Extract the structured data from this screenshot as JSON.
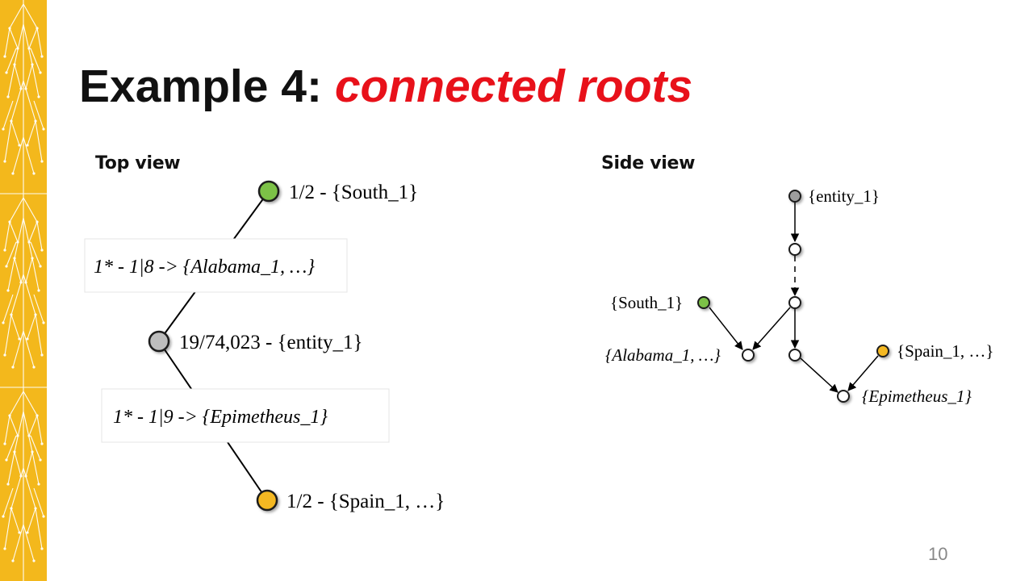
{
  "slide": {
    "title_prefix": "Example 4: ",
    "title_emphasis": "connected roots",
    "page_number": "10"
  },
  "colors": {
    "accent_bar": "#f3b81c",
    "title_emphasis": "#e8111a",
    "node_green": "#7cc146",
    "node_gray": "#bdbdbd",
    "node_orange": "#f4b821",
    "node_empty": "#ffffff"
  },
  "top_view": {
    "label": "Top view",
    "nodes": [
      {
        "id": "south",
        "color": "green",
        "text": "1/2 - {South_1}"
      },
      {
        "id": "entity",
        "color": "gray",
        "text": "19/74,023 - {entity_1}"
      },
      {
        "id": "spain",
        "color": "orange",
        "text": "1/2 - {Spain_1, …}"
      }
    ],
    "edge_labels": [
      {
        "id": "alabama",
        "text": "1* - 1|8 -> {Alabama_1, …}"
      },
      {
        "id": "epimetheus",
        "text": "1* - 1|9 -> {Epimetheus_1}"
      }
    ]
  },
  "side_view": {
    "label": "Side view",
    "labels": {
      "entity": "{entity_1}",
      "south": "{South_1}",
      "alabama": "{Alabama_1, …}",
      "spain": "{Spain_1, …}",
      "epimetheus": "{Epimetheus_1}"
    }
  }
}
